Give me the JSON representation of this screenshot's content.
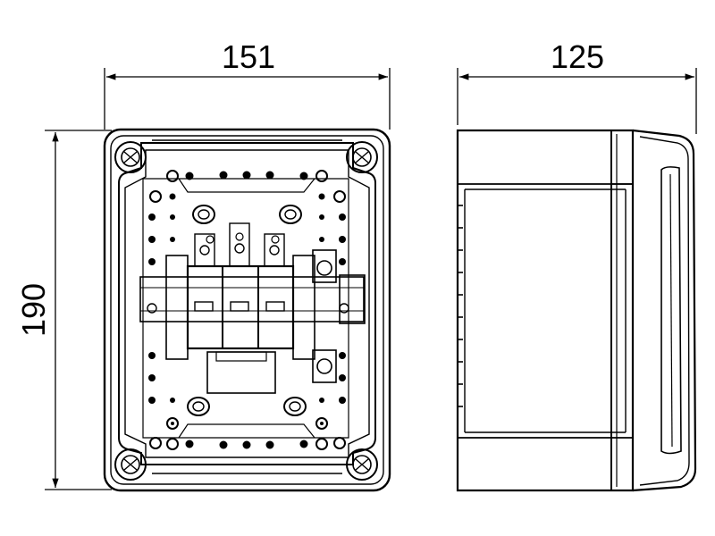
{
  "dimensions": {
    "front_width": "151",
    "side_depth": "125",
    "height": "190"
  },
  "colors": {
    "line": "#000000",
    "background": "#ffffff"
  }
}
